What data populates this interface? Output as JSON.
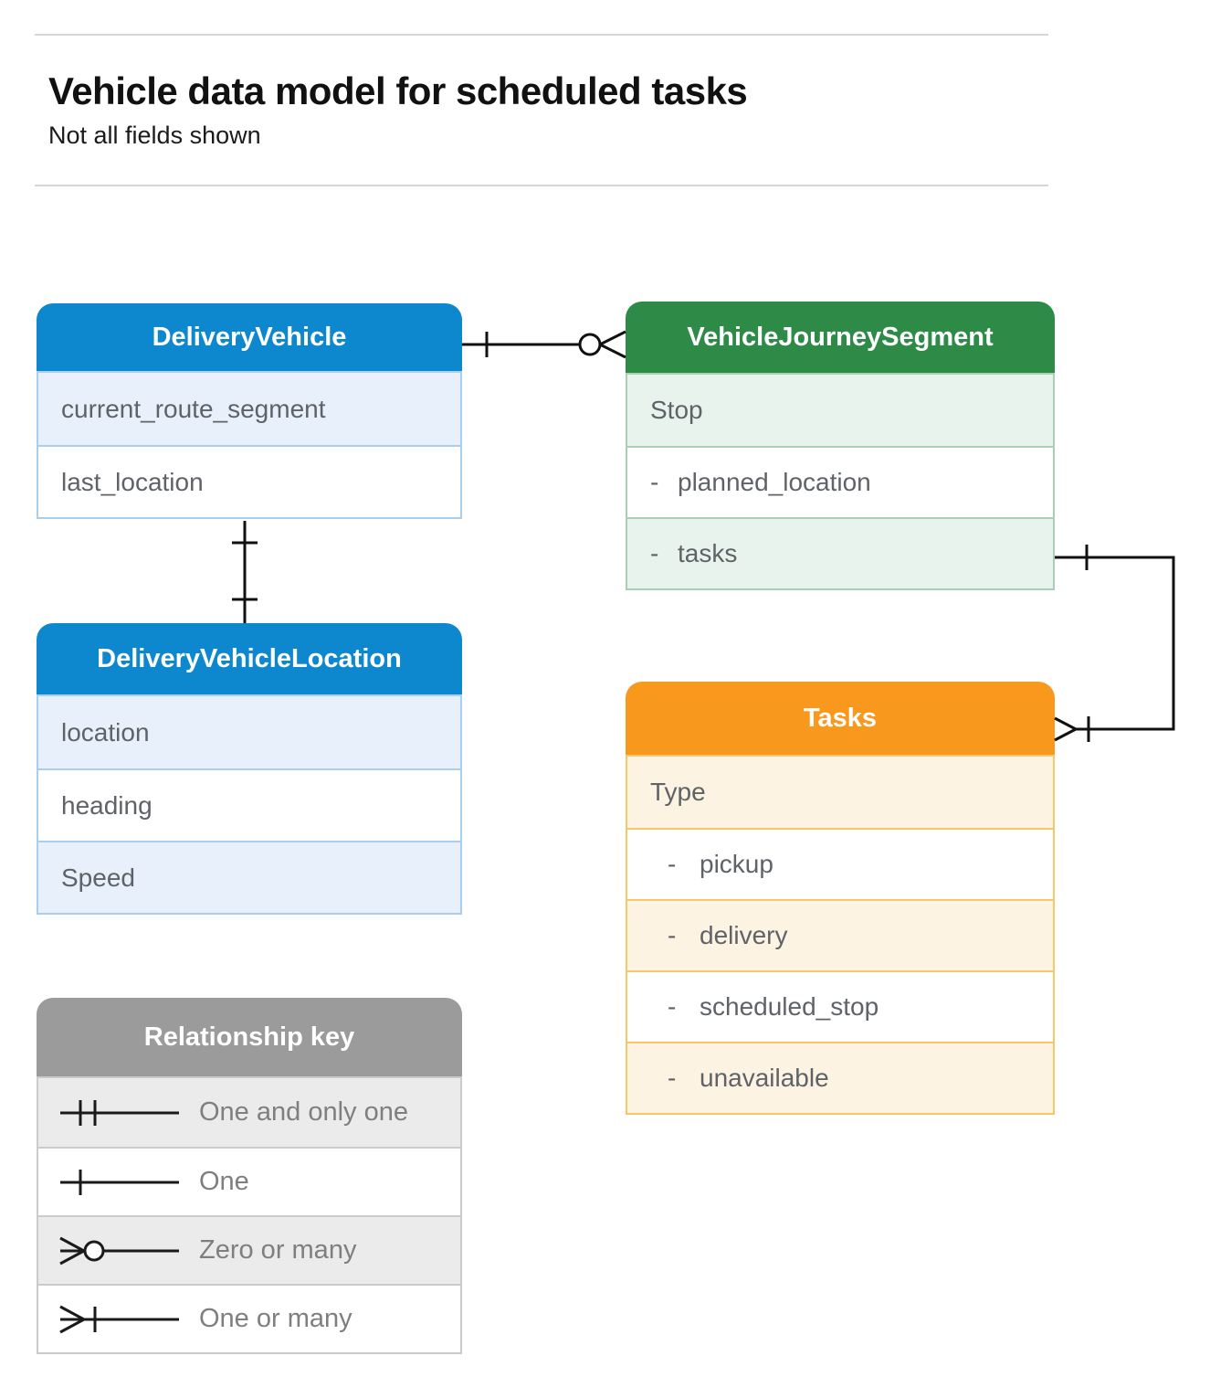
{
  "page": {
    "title": "Vehicle data model for scheduled tasks",
    "subtitle": "Not all fields shown"
  },
  "colors": {
    "blue": "#0d87cd",
    "blue_light": "#e8f1fb",
    "blue_border": "#a9cfec",
    "green": "#2e8b47",
    "green_light": "#e9f3ed",
    "green_border": "#a8d0b5",
    "orange": "#f8991d",
    "orange_light": "#fdf3e3",
    "orange_border": "#f9c765",
    "gray": "#9b9b9b",
    "gray_light": "#ebebeb",
    "gray_border": "#cbcbcb",
    "text_dark": "#5f6368",
    "text_key": "#7f7f7f",
    "connector": "#111111",
    "rule": "#d6d6d6",
    "title_color": "#111111"
  },
  "entities": {
    "delivery_vehicle": {
      "title": "DeliveryVehicle",
      "rows": [
        {
          "label": "current_route_segment"
        },
        {
          "label": "last_location"
        }
      ]
    },
    "vehicle_journey_segment": {
      "title": "VehicleJourneySegment",
      "rows": [
        {
          "label": "Stop"
        },
        {
          "prefix": "-",
          "label": "planned_location"
        },
        {
          "prefix": "-",
          "label": "tasks"
        }
      ]
    },
    "delivery_vehicle_location": {
      "title": "DeliveryVehicleLocation",
      "rows": [
        {
          "label": "location"
        },
        {
          "label": "heading"
        },
        {
          "label": "Speed"
        }
      ]
    },
    "tasks": {
      "title": "Tasks",
      "rows": [
        {
          "label": "Type"
        },
        {
          "prefix": "-",
          "label": "pickup"
        },
        {
          "prefix": "-",
          "label": "delivery"
        },
        {
          "prefix": "-",
          "label": "scheduled_stop"
        },
        {
          "prefix": "-",
          "label": "unavailable"
        }
      ]
    }
  },
  "legend": {
    "title": "Relationship key",
    "items": [
      {
        "symbol": "one-and-only-one-icon",
        "label": "One and only one"
      },
      {
        "symbol": "one-icon",
        "label": "One"
      },
      {
        "symbol": "zero-or-many-icon",
        "label": "Zero or many"
      },
      {
        "symbol": "one-or-many-icon",
        "label": "One or many"
      }
    ]
  },
  "relationships": [
    {
      "from": "DeliveryVehicle",
      "from_cardinality": "one",
      "to": "VehicleJourneySegment",
      "to_cardinality": "zero-or-many"
    },
    {
      "from": "DeliveryVehicle",
      "from_cardinality": "one",
      "to": "DeliveryVehicleLocation",
      "to_cardinality": "one"
    },
    {
      "from": "VehicleJourneySegment.tasks",
      "from_cardinality": "one",
      "to": "Tasks",
      "to_cardinality": "one-or-many"
    }
  ]
}
